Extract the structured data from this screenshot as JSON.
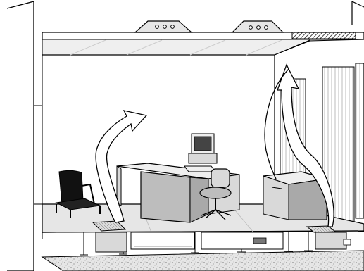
{
  "diagram": {
    "style": "black-and-white line illustration",
    "colors": {
      "line": "#000000",
      "background": "#ffffff",
      "light_fill": "#efefef",
      "mid_fill": "#d9d9d9",
      "dark_fill": "#a9a9a9",
      "slab_fill": "#e6e6e6"
    },
    "components": [
      "ceiling-diffusers",
      "raised-access-floor",
      "floor-air-grilles",
      "supply-airflow-arrows",
      "office-desk",
      "computer-workstation",
      "task-chair",
      "visitor-chair",
      "filing-cabinet",
      "floor-pedestals",
      "underfloor-units",
      "window-blinds"
    ]
  }
}
